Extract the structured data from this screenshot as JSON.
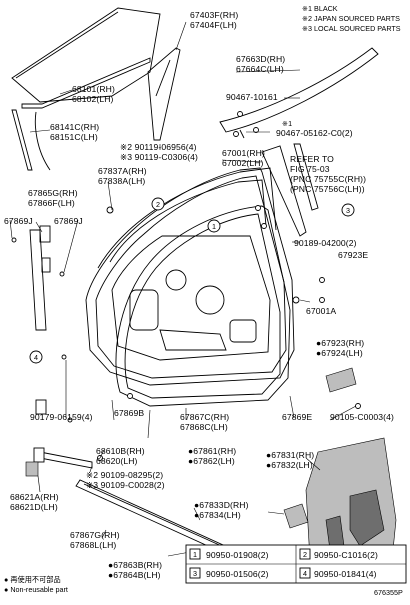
{
  "notes": [
    {
      "mark": "※1",
      "text": "BLACK"
    },
    {
      "mark": "※2",
      "text": "JAPAN SOURCED PARTS"
    },
    {
      "mark": "※3",
      "text": "LOCAL SOURCED PARTS"
    }
  ],
  "callouts": [
    {
      "id": "c1",
      "lines": [
        "67403F(RH)",
        "67404F(LH)"
      ]
    },
    {
      "id": "c2",
      "lines": [
        "67663D(RH)",
        "67664C(LH)"
      ]
    },
    {
      "id": "c3",
      "lines": [
        "90467-10161"
      ]
    },
    {
      "id": "c4",
      "lines": [
        "68101(RH)",
        "68102(LH)"
      ]
    },
    {
      "id": "c5",
      "lines": [
        "※1",
        "90467-05162-C0(2)"
      ]
    },
    {
      "id": "c6",
      "lines": [
        "68141C(RH)",
        "68151C(LH)"
      ]
    },
    {
      "id": "c7",
      "lines": [
        "※2 90119-06956(4)",
        "※3 90119-C0306(4)"
      ]
    },
    {
      "id": "c8",
      "lines": [
        "67001(RH)",
        "67002(LH)"
      ]
    },
    {
      "id": "c9",
      "lines": [
        "REFER TO",
        "FIG 75-03",
        "(PNC 75755C(RH))",
        "(PNC 75756C(LH))"
      ]
    },
    {
      "id": "c10",
      "lines": [
        "67837A(RH)",
        "67838A(LH)"
      ]
    },
    {
      "id": "c11",
      "lines": [
        "67865G(RH)",
        "67866F(LH)"
      ]
    },
    {
      "id": "c12",
      "lines": [
        "67869J",
        "67869J"
      ]
    },
    {
      "id": "c13",
      "lines": [
        "90189-04200(2)"
      ]
    },
    {
      "id": "c14",
      "lines": [
        "67923E"
      ]
    },
    {
      "id": "c15",
      "lines": [
        "67001A"
      ]
    },
    {
      "id": "c16",
      "lines": [
        "●67923(RH)",
        "●67924(LH)"
      ]
    },
    {
      "id": "c17",
      "lines": [
        "90179-06159(4)"
      ]
    },
    {
      "id": "c18",
      "lines": [
        "67869B"
      ]
    },
    {
      "id": "c19",
      "lines": [
        "67867C(RH)",
        "67868C(LH)"
      ]
    },
    {
      "id": "c20",
      "lines": [
        "67869E"
      ]
    },
    {
      "id": "c21",
      "lines": [
        "90105-C0003(4)"
      ]
    },
    {
      "id": "c22",
      "lines": [
        "68610B(RH)",
        "68620(LH)"
      ]
    },
    {
      "id": "c23",
      "lines": [
        "●67861(RH)",
        "●67862(LH)"
      ]
    },
    {
      "id": "c24",
      "lines": [
        "●67831(RH)",
        "●67832(LH)"
      ]
    },
    {
      "id": "c25",
      "lines": [
        "※2 90109-08295(2)",
        "※3 90109-C0028(2)"
      ]
    },
    {
      "id": "c26",
      "lines": [
        "68621A(RH)",
        "68621D(LH)"
      ]
    },
    {
      "id": "c27",
      "lines": [
        "●67833D(RH)",
        "●67834(LH)"
      ]
    },
    {
      "id": "c28",
      "lines": [
        "67867G(RH)",
        "67868L(LH)"
      ]
    },
    {
      "id": "c29",
      "lines": [
        "●67863B(RH)",
        "●67864B(LH)"
      ]
    }
  ],
  "legend_table": [
    {
      "num": "1",
      "code": "90950-01908(2)"
    },
    {
      "num": "2",
      "code": "90950-C1016(2)"
    },
    {
      "num": "3",
      "code": "90950-01506(2)"
    },
    {
      "num": "4",
      "code": "90950-01841(4)"
    }
  ],
  "footer": {
    "symbol": "●",
    "japanese": "再使用不可部品",
    "english": "Non-reusable part",
    "figure_code": "676355P"
  },
  "markers": [
    "1",
    "2",
    "3",
    "4"
  ]
}
